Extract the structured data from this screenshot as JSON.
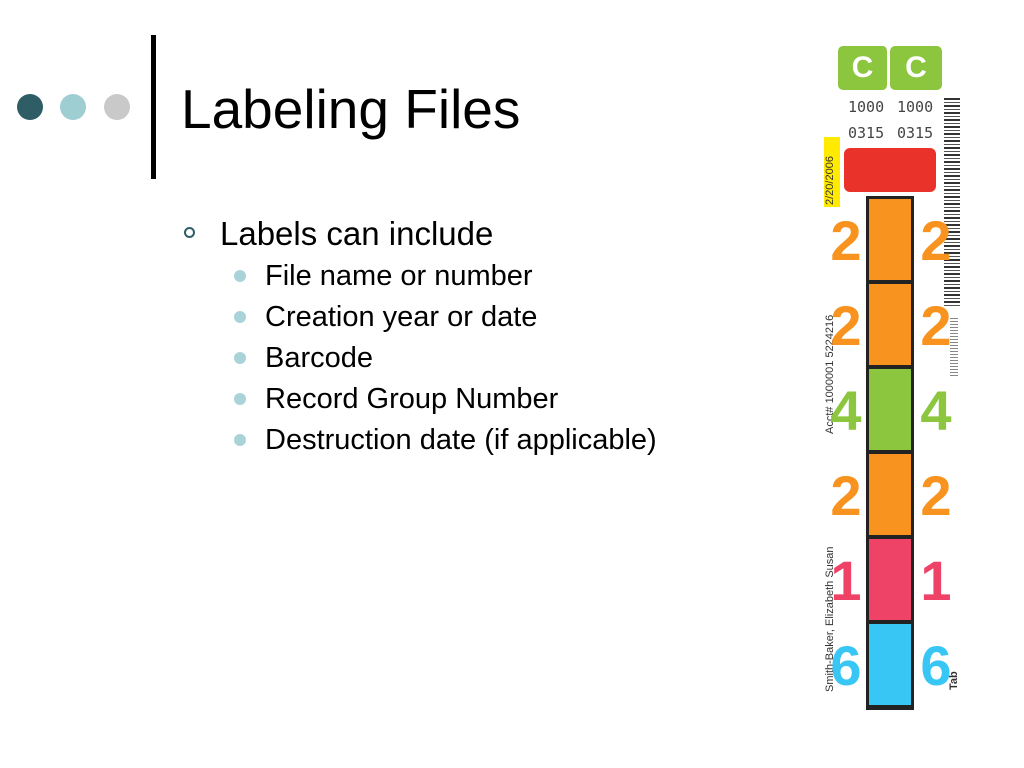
{
  "slide": {
    "title": "Labeling Files",
    "bullet": "Labels can include",
    "subbullets": [
      "File name or number",
      "Creation year or date",
      "Barcode",
      "Record Group Number",
      "Destruction date (if applicable)"
    ]
  },
  "label": {
    "tabs": [
      "C",
      "C"
    ],
    "numbers_left": [
      "1000",
      "0315"
    ],
    "numbers_right": [
      "1000",
      "0315"
    ],
    "date_text": "2/20/2006",
    "account_text": "Acct# 1000001 5224216",
    "name_text": "Smith-Baker, Elizabeth Susan",
    "brand_text": "Tab",
    "digits": [
      "2",
      "2",
      "4",
      "2",
      "1",
      "6"
    ],
    "colors": [
      "#f7931e",
      "#f7931e",
      "#8cc63f",
      "#f7931e",
      "#ee4266",
      "#38c6f4"
    ]
  }
}
